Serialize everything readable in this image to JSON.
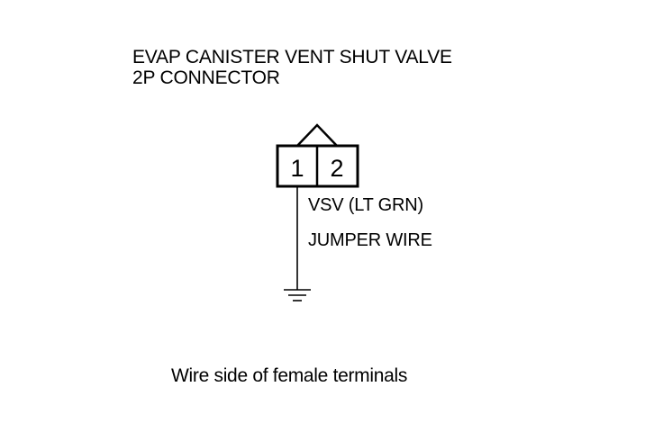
{
  "diagram": {
    "title_line1": "EVAP CANISTER VENT SHUT VALVE",
    "title_line2": "2P CONNECTOR",
    "connector": {
      "pins": [
        "1",
        "2"
      ]
    },
    "wire_color_label": "VSV (LT GRN)",
    "jumper_label": "JUMPER WIRE",
    "caption": "Wire side of female terminals"
  },
  "colors": {
    "line": "#000000",
    "background": "#ffffff"
  }
}
